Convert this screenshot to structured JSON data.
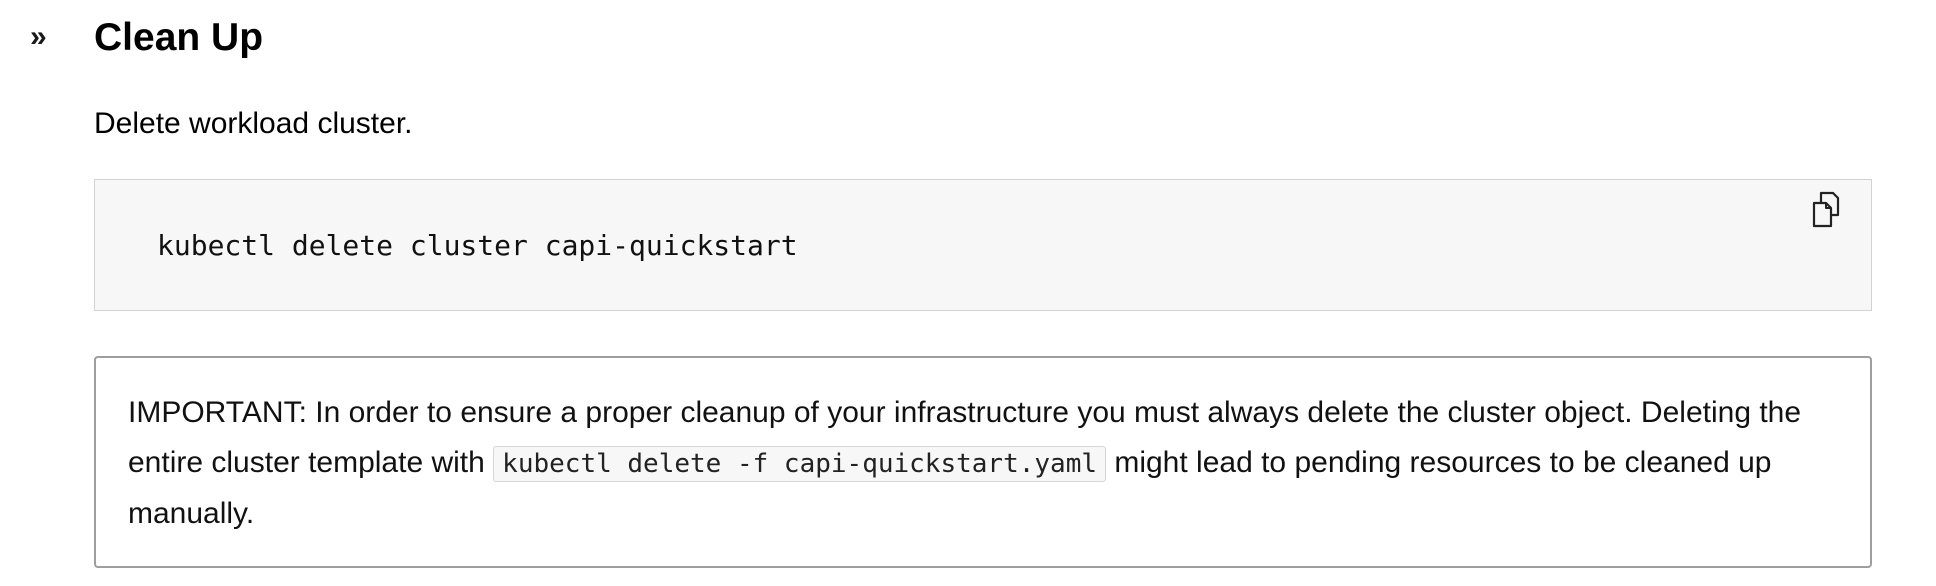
{
  "section": {
    "anchor_symbol": "»",
    "title": "Clean Up",
    "intro": "Delete workload cluster."
  },
  "code_block": {
    "command": "kubectl delete cluster capi-quickstart",
    "copy_icon": "copy-icon"
  },
  "note": {
    "text_before": "IMPORTANT: In order to ensure a proper cleanup of your infrastructure you must always delete the cluster object. Deleting the entire cluster template with",
    "inline_code": "kubectl delete -f capi-quickstart.yaml",
    "text_after": "might lead to pending resources to be cleaned up manually."
  },
  "colors": {
    "code_background": "#f6f7f6",
    "code_border": "#d2d2d2",
    "note_border": "#9e9e9e",
    "text": "#000000"
  }
}
